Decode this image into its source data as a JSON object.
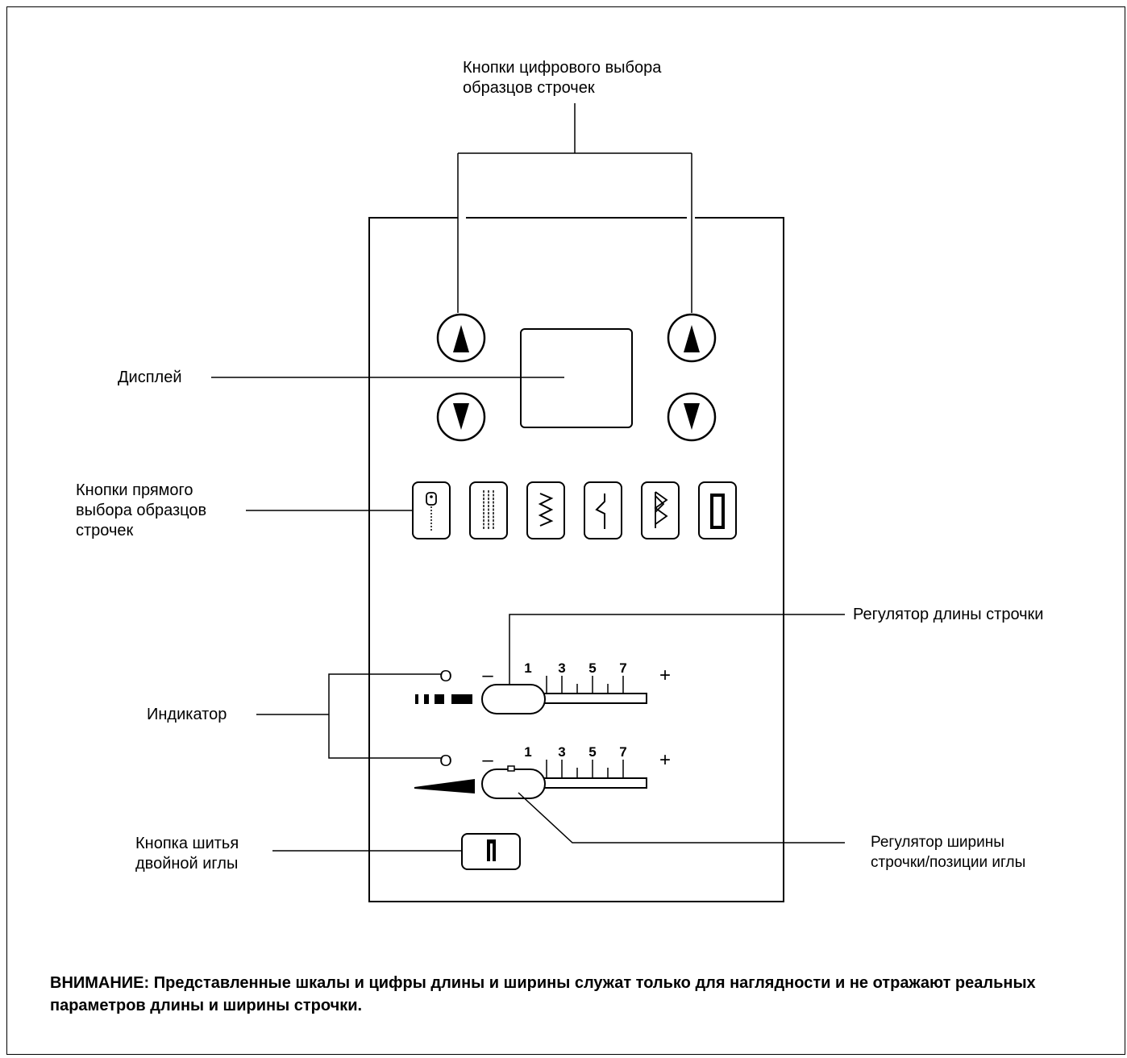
{
  "labels": {
    "digital_buttons": "Кнопки цифрового выбора\nобразцов строчек",
    "display": "Дисплей",
    "direct_buttons": "Кнопки прямого\nвыбора образцов\nстрочек",
    "length_regulator": "Регулятор длины строчки",
    "indicator": "Индикатор",
    "width_regulator": "Регулятор ширины\nстрочки/позиции иглы",
    "twin_needle": "Кнопка шитья\nдвойной иглы"
  },
  "scales": {
    "ticks": [
      "1",
      "3",
      "5",
      "7"
    ],
    "indicator_mark": "O",
    "minus": "–",
    "plus": "+"
  },
  "note": "ВНИМАНИЕ: Представленные шкалы и цифры длины и ширины служат только для наглядности и не отражают реальных параметров длины и ширины строчки."
}
